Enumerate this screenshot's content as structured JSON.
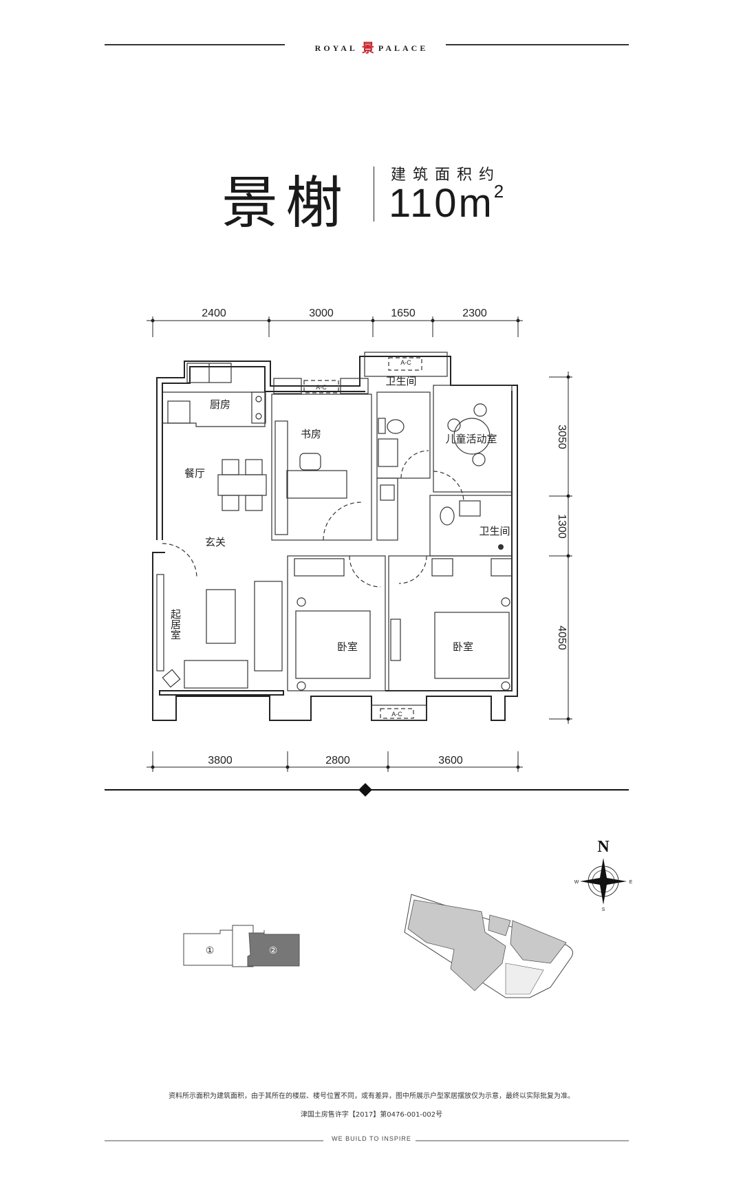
{
  "header": {
    "brand_left": "ROYAL",
    "brand_seal": "景",
    "brand_right": "PALACE"
  },
  "unit": {
    "name": "景榭",
    "area_label": "建筑面积约",
    "area_value": "110m",
    "area_unit_sup": "2"
  },
  "floorplan": {
    "top_dims": [
      "2400",
      "3000",
      "1650",
      "2300"
    ],
    "bottom_dims": [
      "3800",
      "2800",
      "3600"
    ],
    "right_dims": [
      "3050",
      "1300",
      "4050"
    ],
    "rooms": {
      "kitchen": "厨房",
      "study": "书房",
      "bathroom1": "卫生间",
      "kids_room": "儿童活动室",
      "dining": "餐厅",
      "foyer": "玄关",
      "bathroom2": "卫生间",
      "living": "起居室",
      "bedroom1": "卧室",
      "bedroom2": "卧室"
    },
    "ac_label": "A-C"
  },
  "location": {
    "unit_markers": [
      "①",
      "②"
    ],
    "compass": {
      "n": "N",
      "s": "S",
      "e": "E",
      "w": "W"
    }
  },
  "footer": {
    "disclaimer": "资料所示面积为建筑面积，由于其所在的楼层、楼号位置不同，或有差异，图中所展示户型家居摆放仅为示意，最终以实际批复为准。",
    "permit": "津国土房售许字【2017】第0476-001-002号",
    "slogan": "WE BUILD TO INSPIRE"
  },
  "colors": {
    "seal": "#c8202a",
    "highlight_unit": "#777777",
    "site_fill": "#c9c9c9"
  }
}
